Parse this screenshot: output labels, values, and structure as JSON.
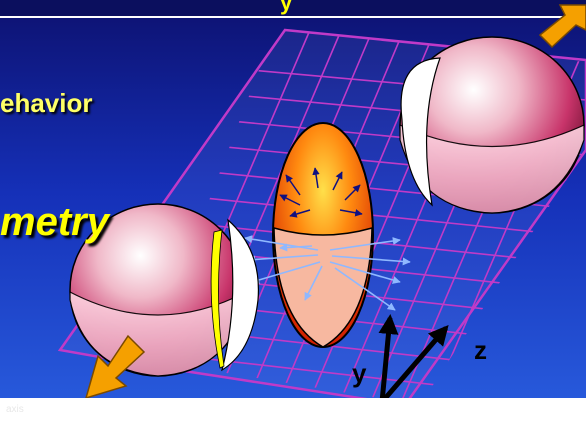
{
  "header": {
    "title_fragment": "y"
  },
  "text": {
    "behavior": "ehavior",
    "symmetry": "metry"
  },
  "axes": {
    "y_label": "y",
    "z_label": "z"
  },
  "footer": {
    "caption": "axis"
  },
  "colors": {
    "background_top": "#0d1170",
    "background_bottom": "#2a5fe0",
    "highlight_text": "#ffff00",
    "grid_lines": "#c03ac8",
    "nucleus_red": "#c0285a",
    "nucleus_orange": "#ff6a00",
    "arrow_orange": "#f5a000",
    "flow_arrows": "#8fb8ff"
  }
}
